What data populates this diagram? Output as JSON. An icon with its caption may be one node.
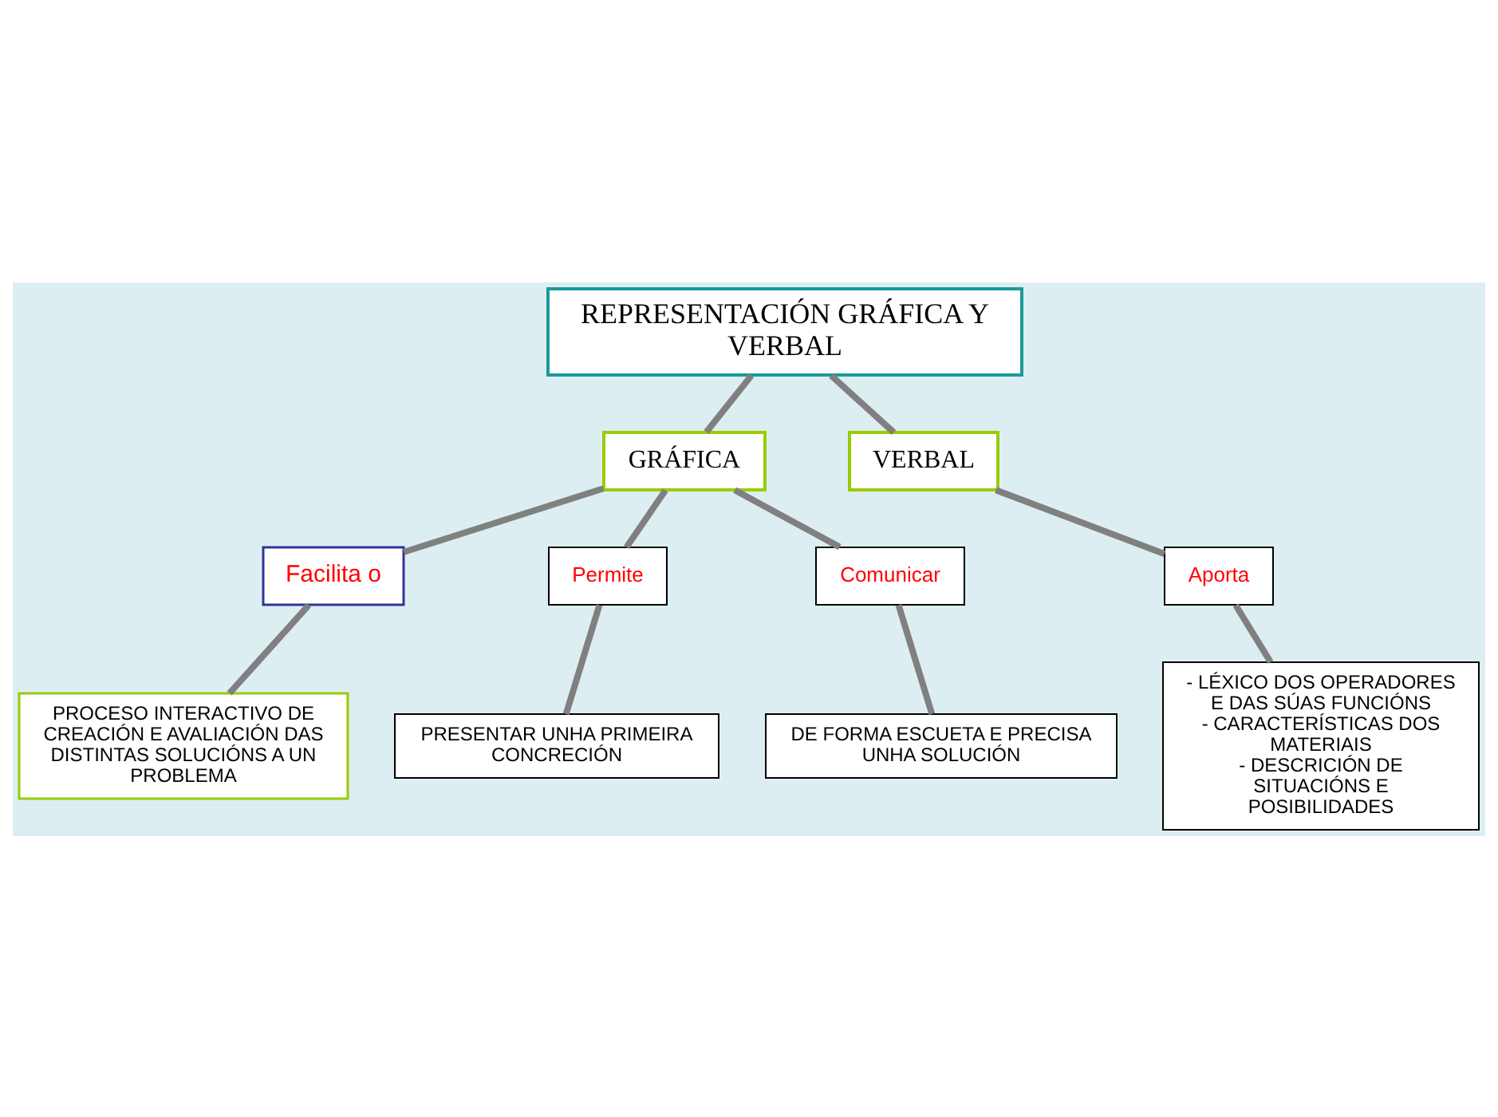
{
  "diagram": {
    "nodes": [
      {
        "text": [
          "REPRESENTACIÓN GRÁFICA Y VERBAL"
        ]
      },
      {
        "text": [
          "GRÁFICA"
        ]
      },
      {
        "text": [
          "VERBAL"
        ]
      },
      {
        "text": [
          "Facilita o"
        ]
      },
      {
        "text": [
          "PROCESO INTERACTIVO DE CREACIÓN E AVALIACIÓN DAS DISTINTAS SOLUCIÓNS A UN PROBLEMA"
        ]
      },
      {
        "text": [
          "Aporta"
        ]
      },
      {
        "text": [
          "- LÉXICO DOS OPERADORES E DAS SÚAS FUNCIÓNS",
          "- CARACTERÍSTICAS DOS MATERIAIS",
          "- DESCRICIÓN DE SITUACIÓNS E POSIBILIDADES"
        ]
      },
      {
        "text": [
          "Permite"
        ]
      },
      {
        "text": [
          "Comunicar"
        ]
      },
      {
        "text": [
          "PRESENTAR UNHA PRIMEIRA CONCRECIÓN"
        ]
      },
      {
        "text": [
          "DE FORMA ESCUETA E PRECISA UNHA SOLUCIÓN"
        ]
      }
    ],
    "edges": [
      {
        "from": 0,
        "to": 1,
        "arrow": "none"
      },
      {
        "from": 0,
        "to": 2,
        "arrow": "none"
      },
      {
        "from": 1,
        "to": 3,
        "arrow": "none"
      },
      {
        "from": 3,
        "to": 4,
        "arrow": "none"
      },
      {
        "from": 2,
        "to": 5,
        "arrow": "none"
      },
      {
        "from": 5,
        "to": 6,
        "arrow": "none"
      },
      {
        "from": 1,
        "to": 7,
        "arrow": "none"
      },
      {
        "from": 1,
        "to": 8,
        "arrow": "none"
      },
      {
        "from": 7,
        "to": 9,
        "arrow": "none"
      },
      {
        "from": 8,
        "to": 10,
        "arrow": "none"
      }
    ]
  }
}
